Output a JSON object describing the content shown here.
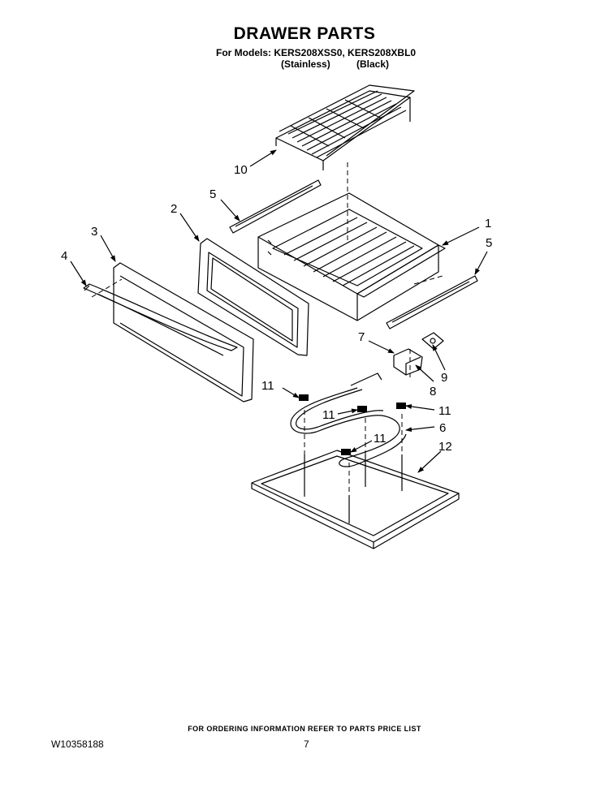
{
  "header": {
    "title": "DRAWER PARTS",
    "models_line": "For Models: KERS208XSS0, KERS208XBL0",
    "variant_stainless": "(Stainless)",
    "variant_black": "(Black)"
  },
  "callouts": [
    {
      "id": "c10",
      "label": "10"
    },
    {
      "id": "c5a",
      "label": "5"
    },
    {
      "id": "c2",
      "label": "2"
    },
    {
      "id": "c3",
      "label": "3"
    },
    {
      "id": "c4",
      "label": "4"
    },
    {
      "id": "c1",
      "label": "1"
    },
    {
      "id": "c5b",
      "label": "5"
    },
    {
      "id": "c7",
      "label": "7"
    },
    {
      "id": "c9",
      "label": "9"
    },
    {
      "id": "c8",
      "label": "8"
    },
    {
      "id": "c11a",
      "label": "11"
    },
    {
      "id": "c11b",
      "label": "11"
    },
    {
      "id": "c11c",
      "label": "11"
    },
    {
      "id": "c6",
      "label": "6"
    },
    {
      "id": "c11d",
      "label": "11"
    },
    {
      "id": "c12",
      "label": "12"
    }
  ],
  "footer": {
    "ordering_note": "FOR ORDERING INFORMATION REFER TO PARTS PRICE LIST",
    "document_number": "W10358188",
    "page_number": "7"
  }
}
